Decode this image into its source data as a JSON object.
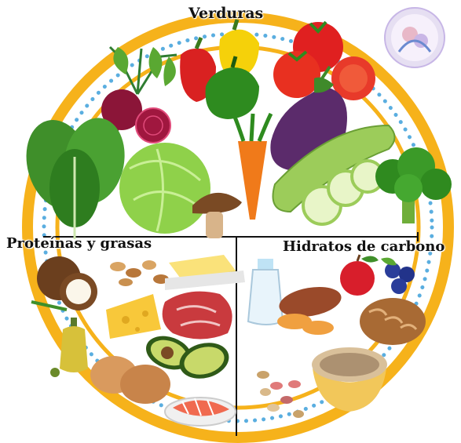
{
  "sections": {
    "top": "Verduras",
    "left": "Proteínas y grasas",
    "right": "Hidratos de carbono"
  },
  "colors": {
    "ring_orange": "#f6b21b",
    "ring_border": "#ffffff",
    "dots": "#5aaee0",
    "divider": "#111111"
  },
  "icons": [
    "beetroot-icon",
    "peppers-icon",
    "tomatoes-icon",
    "eggplant-icon",
    "spinach-icon",
    "cabbage-icon",
    "carrot-icon",
    "mushroom-icon",
    "zucchini-icon",
    "broccoli-icon",
    "coconut-icon",
    "nuts-icon",
    "butter-icon",
    "cheese-icon",
    "meat-icon",
    "olive-oil-icon",
    "avocado-icon",
    "eggs-icon",
    "fish-icon",
    "milk-icon",
    "apple-icon",
    "blueberries-icon",
    "sweet-potato-icon",
    "bread-icon",
    "beans-icon",
    "rice-icon",
    "logo-icon"
  ]
}
